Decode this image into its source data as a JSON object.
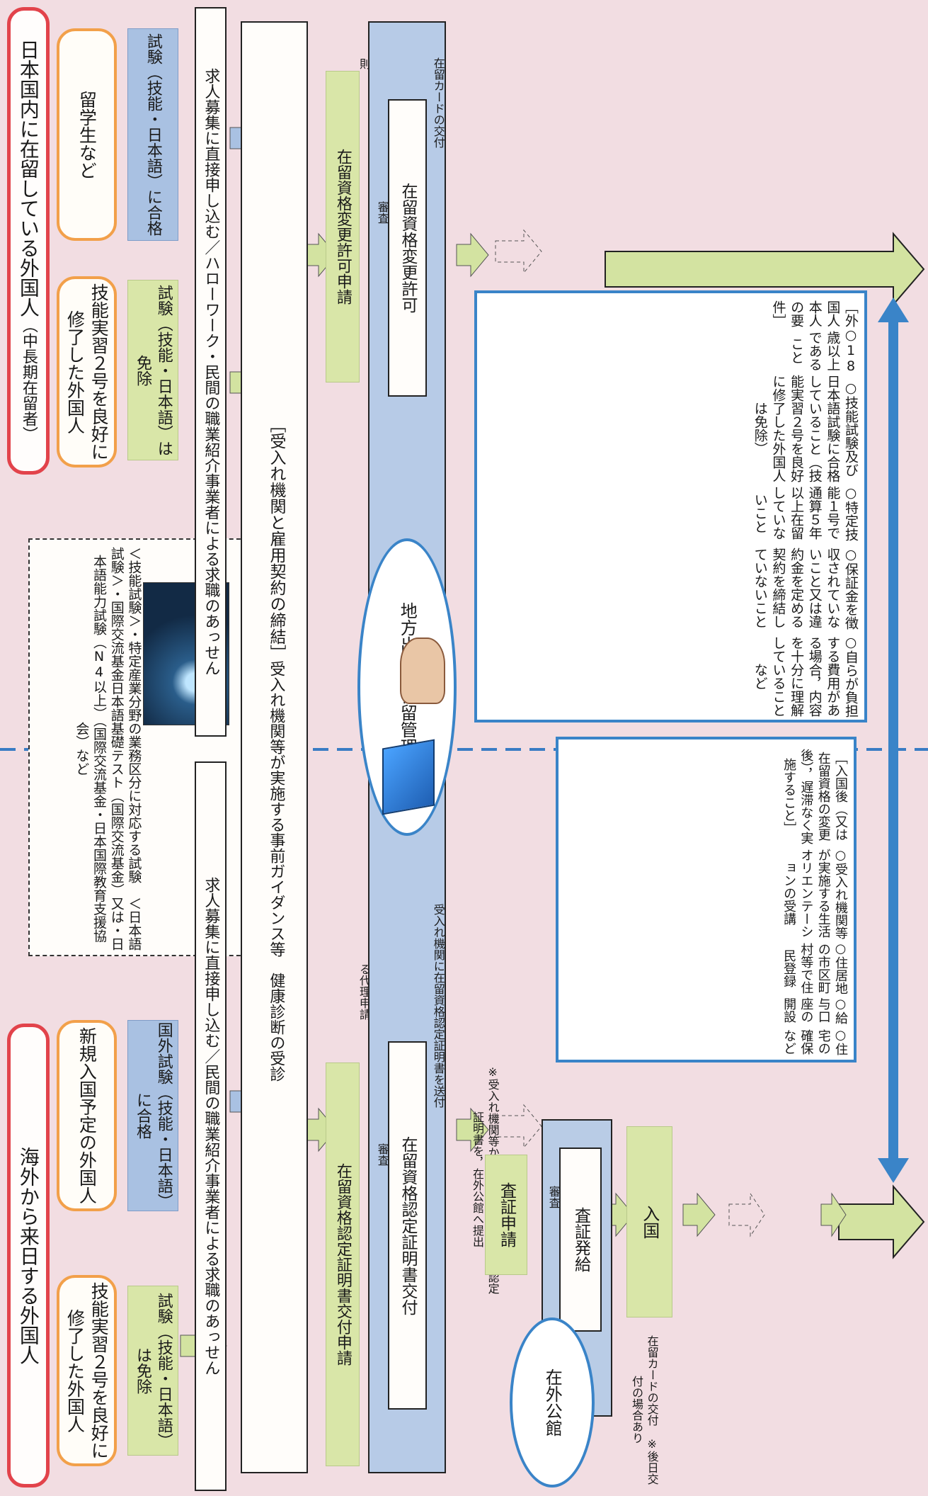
{
  "left_header": {
    "title": "海外から来日する外国人",
    "group1": "技能実習２号を良好に修了した外国人",
    "group2": "新規入国予定の外国人",
    "exam1": "試験（技能・日本語）は免除",
    "exam2": "国外試験（技能・日本語）に合格"
  },
  "right_header": {
    "title": "日本国内に在留している外国人",
    "subtitle": "（中長期在留者）",
    "group1": "技能実習２号を良好に修了した外国人",
    "group2": "留学生など",
    "exam1": "試験（技能・日本語）は免除",
    "exam2": "試験（技能・日本語）に合格"
  },
  "exam_info": {
    "text": "＜技能試験＞・特定産業分野の業務区分に対応する試験　＜日本語試験＞・国際交流基金日本語基礎テスト（国際交流基金）又は・日本語能力試験（N4以上）（国際交流基金・日本国際教育支援協会）など"
  },
  "recruit": {
    "left": "求人募集に直接申し込む／民間の職業紹介事業者による求職のあっせん",
    "right": "求人募集に直接申し込む／ハローワーク・民間の職業紹介事業者による求職のあっせん"
  },
  "contract": {
    "heading": "［受入れ機関と雇用契約の締結］",
    "body": "受入れ機関等が実施する事前ガイダンス等　健康診断の受診"
  },
  "apply_left": {
    "label": "在留資格認定証明書交付申請",
    "note": "※受入れ機関の職員等による代理申請"
  },
  "apply_right": {
    "label": "在留資格変更許可申請",
    "note": "※本人申請が原則"
  },
  "immigration": {
    "bureau": "地方出入国在留管理局",
    "review": "審査",
    "cert": "在留資格認定証明書交付",
    "send_note": "受入れ機関に在留資格認定証明書を送付",
    "change": "在留資格変更許可",
    "card": "在留カードの交付"
  },
  "requirements": {
    "title": "［外国人本人の要件］",
    "items": [
      "○18歳以上であること",
      "○技能試験及び日本語試験に合格していること（技能実習２号を良好に修了した外国人は免除）",
      "○特定技能１号で通算５年以上在留していないこと",
      "○保証金を徴収されていないこと又は違約金を定める契約を締結していないこと",
      "○自らが負担する費用がある場合，内容を十分に理解していること　など"
    ]
  },
  "consulate": {
    "note": "※受入れ機関等から送付された在留資格認定証明書を，在外公館へ提出",
    "name": "在外公館",
    "visa_apply": "査証申請",
    "review": "審査",
    "visa_issue": "査証発給",
    "entry": "入国",
    "card_note": "在留カードの交付　※後日交付の場合あり"
  },
  "after_entry": {
    "title": "［入国後（又は在留資格の変更後），遅滞なく実施すること］",
    "items": [
      "○受入れ機関等が実施する生活オリエンテーションの受講",
      "○住居地の市区町村等で住民登録",
      "○給与口座の開設",
      "○住宅の確保　など"
    ]
  }
}
